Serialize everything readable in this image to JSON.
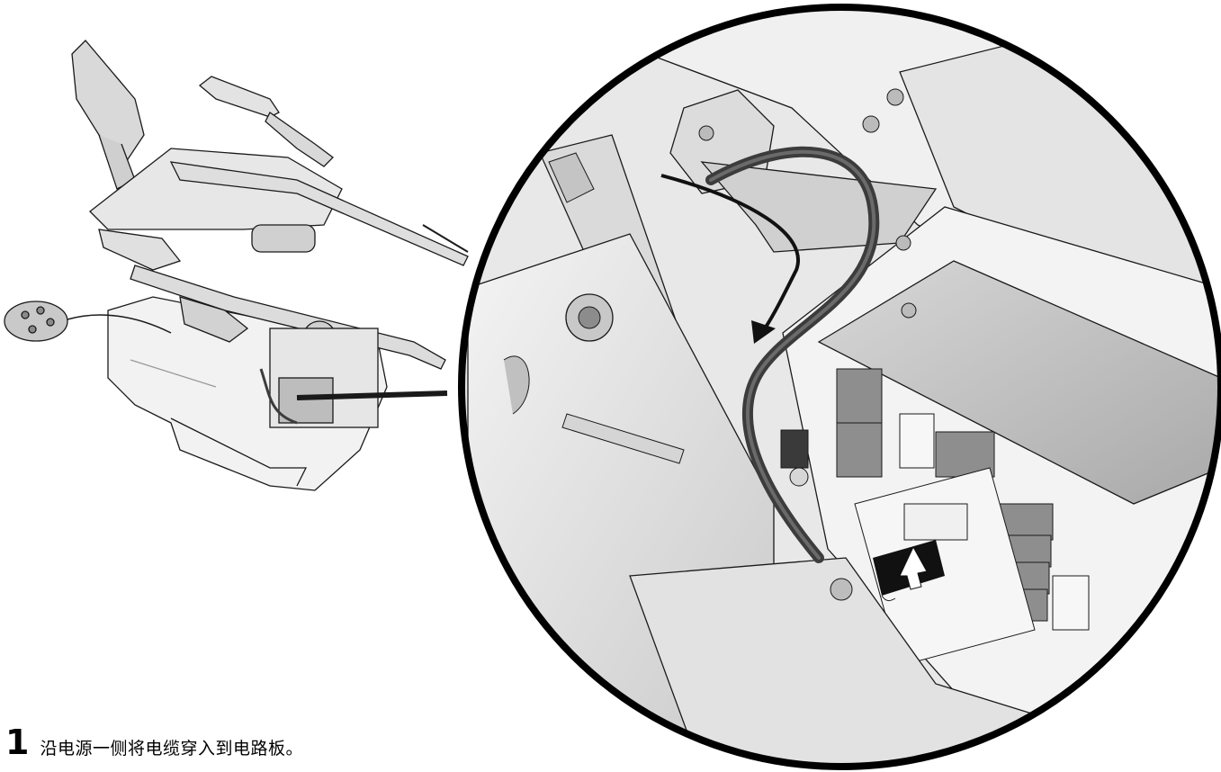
{
  "instruction": {
    "step_number": "1",
    "text": "沿电源一侧将电缆穿入到电路板。"
  },
  "illustration": {
    "overview": "dental-chair-assembly",
    "detail": "circuit-board-cable-routing",
    "colors": {
      "line": "#1a1a1a",
      "metal": "#e2e2e2",
      "shadow": "#9a9a9a",
      "cable": "#3c3c3c",
      "connector": "#111111"
    }
  }
}
